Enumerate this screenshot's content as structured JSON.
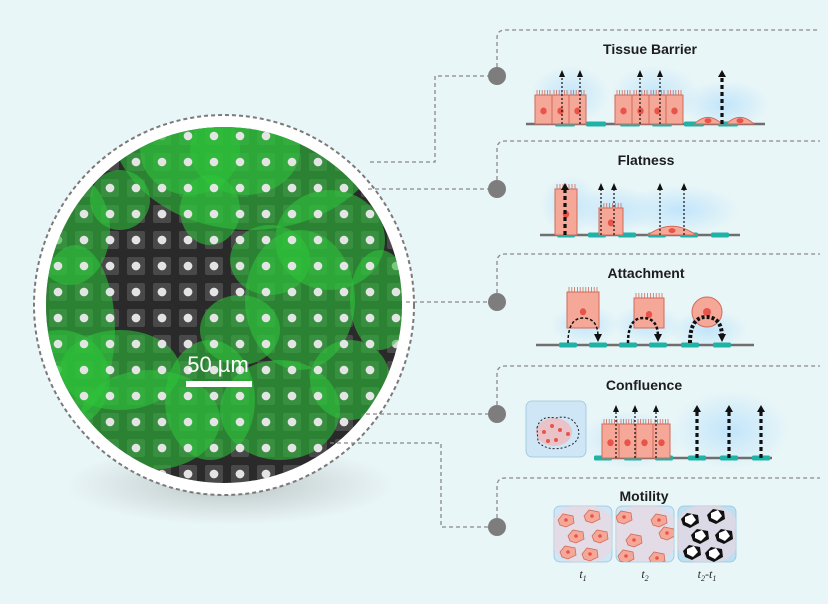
{
  "scale_bar": {
    "label": "50 µm"
  },
  "panels": [
    {
      "id": "tissue-barrier",
      "title": "Tissue Barrier"
    },
    {
      "id": "flatness",
      "title": "Flatness"
    },
    {
      "id": "attachment",
      "title": "Attachment"
    },
    {
      "id": "confluence",
      "title": "Confluence"
    },
    {
      "id": "motility",
      "title": "Motility"
    }
  ],
  "motility_labels": [
    {
      "main": "t",
      "sub": "1"
    },
    {
      "main": "t",
      "sub": "2"
    },
    {
      "main": "t",
      "sub": "2",
      "mid": "-t",
      "sub2": "1"
    }
  ],
  "colors": {
    "background": "#e9f6f7",
    "cell_fill": "#f6a898",
    "cell_stroke": "#d06a5a",
    "nucleus": "#e8544a",
    "electrode": "#1fb3a8",
    "substrate": "#6f6f6f",
    "fluorescence": "#2fc23a",
    "connector": "#888888"
  }
}
